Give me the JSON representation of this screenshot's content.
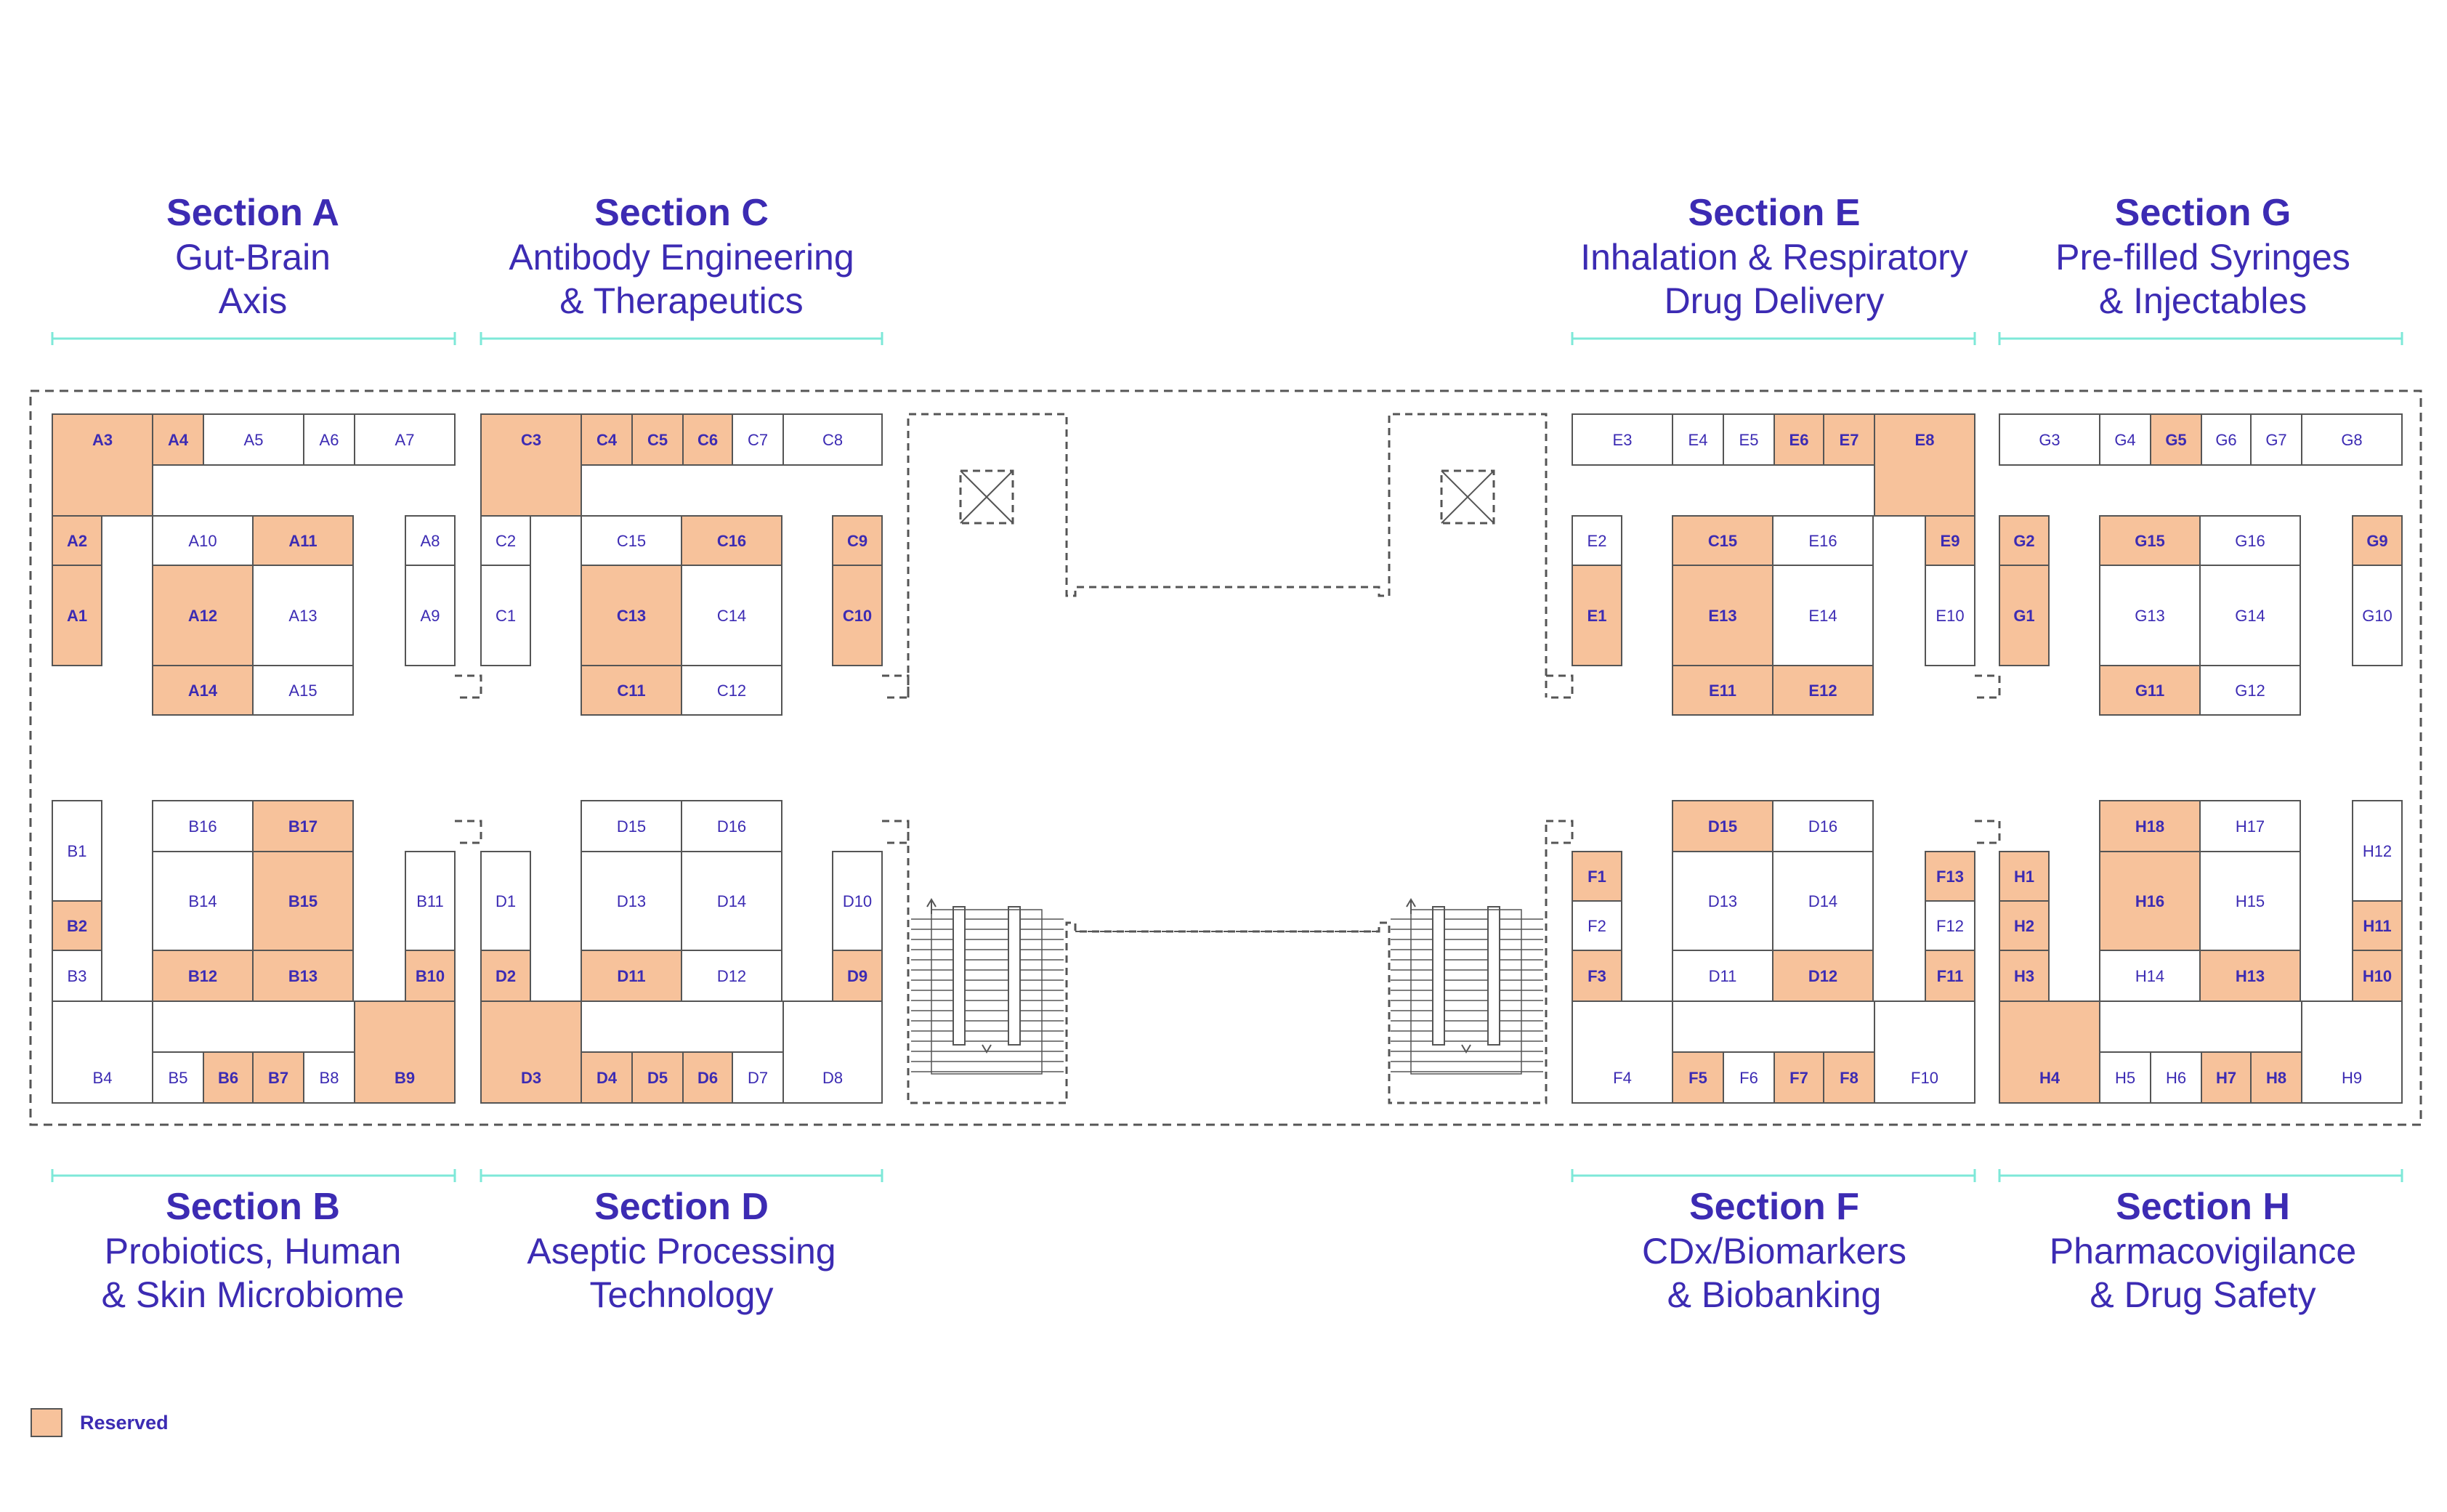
{
  "colors": {
    "reserved": "#f7c29b",
    "available": "#ffffff",
    "label": "#3c2bb3",
    "divider": "#7ee8d8",
    "outline": "#555555"
  },
  "legend": {
    "label": "Reserved",
    "color": "#f7c29b"
  },
  "sections": [
    {
      "id": "A",
      "title": "Section A",
      "lines": [
        "Gut-Brain",
        "Axis"
      ]
    },
    {
      "id": "C",
      "title": "Section C",
      "lines": [
        "Antibody Engineering",
        "& Therapeutics"
      ]
    },
    {
      "id": "E",
      "title": "Section E",
      "lines": [
        "Inhalation & Respiratory",
        "Drug Delivery"
      ]
    },
    {
      "id": "G",
      "title": "Section G",
      "lines": [
        "Pre-filled Syringes",
        "& Injectables"
      ]
    },
    {
      "id": "B",
      "title": "Section B",
      "lines": [
        "Probiotics, Human",
        "& Skin Microbiome"
      ]
    },
    {
      "id": "D",
      "title": "Section D",
      "lines": [
        "Aseptic Processing",
        "Technology"
      ]
    },
    {
      "id": "F",
      "title": "Section F",
      "lines": [
        "CDx/Biomarkers",
        "& Biobanking"
      ]
    },
    {
      "id": "H",
      "title": "Section H",
      "lines": [
        "Pharmacovigilance",
        "& Drug Safety"
      ]
    }
  ],
  "booths": {
    "A": {
      "ring": [
        "A3",
        "A4",
        "A5",
        "A6",
        "A7",
        "A2",
        "A8",
        "A1",
        "A9"
      ],
      "island": [
        "A10",
        "A11",
        "A12",
        "A13",
        "A14",
        "A15"
      ],
      "reserved": [
        "A3",
        "A4",
        "A2",
        "A1",
        "A11",
        "A12",
        "A14"
      ]
    },
    "C": {
      "ring": [
        "C3",
        "C4",
        "C5",
        "C6",
        "C7",
        "C8",
        "C2",
        "C9",
        "C1",
        "C10"
      ],
      "island": [
        "C15",
        "C16",
        "C13",
        "C14",
        "C11",
        "C12"
      ],
      "reserved": [
        "C3",
        "C4",
        "C5",
        "C6",
        "C9",
        "C10",
        "C16",
        "C13",
        "C11"
      ]
    },
    "E": {
      "ring": [
        "E3",
        "E4",
        "E5",
        "E6",
        "E7",
        "E8",
        "E2",
        "E9",
        "E1",
        "E10"
      ],
      "island": [
        "C15",
        "E16",
        "E13",
        "E14",
        "E11",
        "E12"
      ],
      "reserved": [
        "E6",
        "E7",
        "E8",
        "E9",
        "E1",
        "C15",
        "E13",
        "E11",
        "E12"
      ]
    },
    "G": {
      "ring": [
        "G3",
        "G4",
        "G5",
        "G6",
        "G7",
        "G8",
        "G2",
        "G9",
        "G1",
        "G10"
      ],
      "island": [
        "G15",
        "G16",
        "G13",
        "G14",
        "G11",
        "G12"
      ],
      "reserved": [
        "G5",
        "G2",
        "G9",
        "G1",
        "G15",
        "G11"
      ]
    },
    "B": {
      "ring": [
        "B1",
        "B2",
        "B3",
        "B11",
        "B10",
        "B4",
        "B5",
        "B6",
        "B7",
        "B8",
        "B9"
      ],
      "island": [
        "B16",
        "B17",
        "B14",
        "B15",
        "B12",
        "B13"
      ],
      "reserved": [
        "B2",
        "B10",
        "B9",
        "B6",
        "B7",
        "B17",
        "B15",
        "B12",
        "B13"
      ]
    },
    "D": {
      "ring": [
        "D1",
        "D2",
        "D10",
        "D9",
        "D3",
        "D4",
        "D5",
        "D6",
        "D7",
        "D8"
      ],
      "island": [
        "D15",
        "D16",
        "D13",
        "D14",
        "D11",
        "D12"
      ],
      "reserved": [
        "D2",
        "D9",
        "D3",
        "D4",
        "D5",
        "D6",
        "D11"
      ]
    },
    "F": {
      "ring": [
        "F1",
        "F2",
        "F3",
        "F13",
        "F12",
        "F11",
        "F4",
        "F5",
        "F6",
        "F7",
        "F8",
        "F10"
      ],
      "island": [
        "D15",
        "D16",
        "D13",
        "D14",
        "D11",
        "D12"
      ],
      "reserved": [
        "F1",
        "F3",
        "F13",
        "F11",
        "F5",
        "F7",
        "F8",
        "D15",
        "D12"
      ]
    },
    "H": {
      "ring": [
        "H1",
        "H2",
        "H3",
        "H12",
        "H11",
        "H10",
        "H4",
        "H5",
        "H6",
        "H7",
        "H8",
        "H9"
      ],
      "island": [
        "H18",
        "H17",
        "H16",
        "H15",
        "H14",
        "H13"
      ],
      "reserved": [
        "H1",
        "H2",
        "H3",
        "H11",
        "H10",
        "H4",
        "H7",
        "H8",
        "H18",
        "H16",
        "H13"
      ]
    }
  }
}
